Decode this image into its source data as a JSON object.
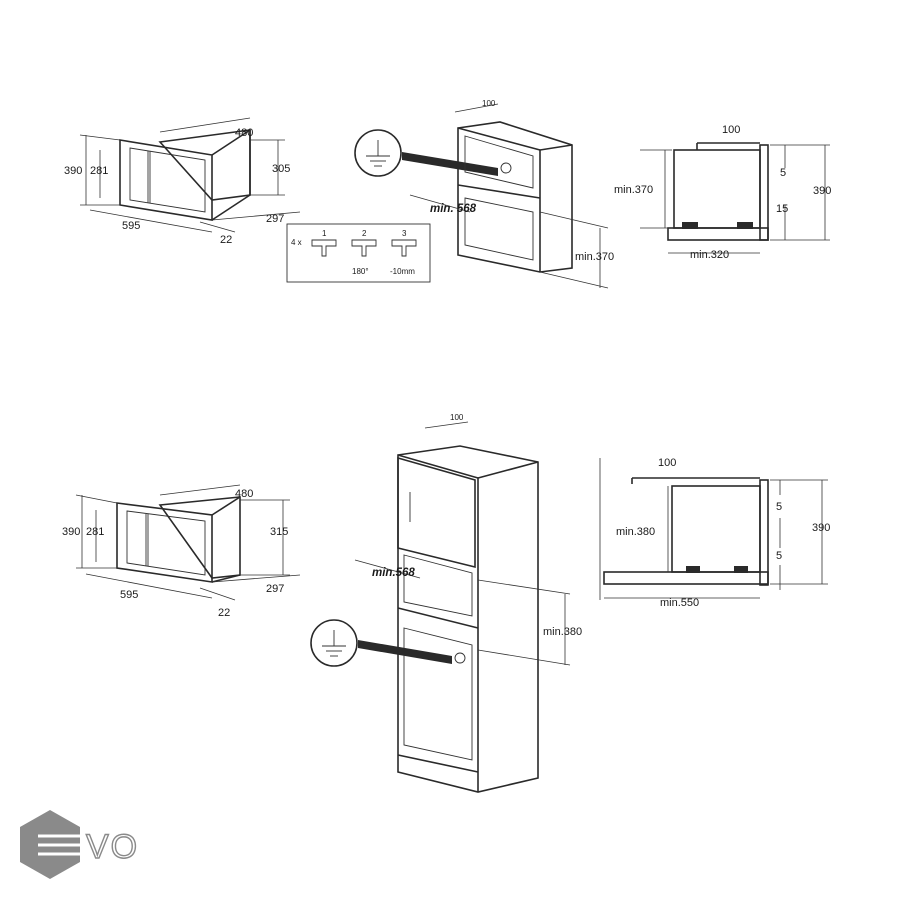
{
  "diagram_top": {
    "front_view": {
      "width": "595",
      "depth_top": "480",
      "height_outer": "390",
      "height_inner": "281",
      "height_box": "305",
      "depth_box": "297",
      "frame_depth": "22"
    },
    "steps": {
      "count": "4 x",
      "step1": "1",
      "step2": "2",
      "step3": "3",
      "angle": "180°",
      "offset": "-10mm"
    },
    "cabinet": {
      "top_gap": "100",
      "min_depth": "min. 568",
      "min_height": "min.370"
    },
    "side_view": {
      "gap_top": "100",
      "min_height": "min.370",
      "min_depth": "min.320",
      "top_clear": "5",
      "bottom_clear": "15",
      "total_height": "390"
    }
  },
  "diagram_bottom": {
    "front_view": {
      "width": "595",
      "depth_top": "480",
      "height_outer": "390",
      "height_inner": "281",
      "height_box": "315",
      "depth_box": "297",
      "frame_depth": "22"
    },
    "cabinet": {
      "top_gap": "100",
      "min_depth": "min.568",
      "min_height": "min.380"
    },
    "side_view": {
      "gap_top": "100",
      "min_height": "min.380",
      "min_depth": "min.550",
      "top_clear": "5",
      "bottom_clear": "5",
      "total_height": "390"
    }
  },
  "logo": {
    "text": "VO",
    "color": "#8a8a8a"
  }
}
